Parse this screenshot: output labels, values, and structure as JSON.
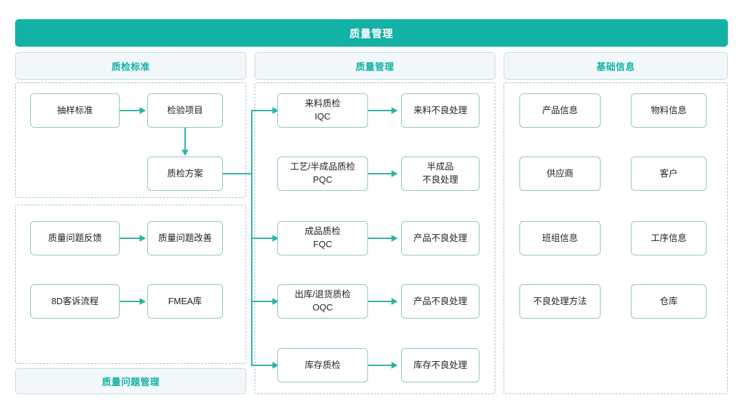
{
  "banner": {
    "title": "质量管理"
  },
  "columns": {
    "left": {
      "header": "质检标准",
      "footer": "质量问题管理",
      "standards": [
        {
          "label": "抽样标准"
        },
        {
          "label": "检验项目"
        },
        {
          "label": "质检方案"
        }
      ],
      "issues": [
        {
          "label": "质量问题反馈"
        },
        {
          "label": "质量问题改善"
        },
        {
          "label": "8D客诉流程"
        },
        {
          "label": "FMEA库"
        }
      ]
    },
    "middle": {
      "header": "质量管理",
      "rows": [
        {
          "check": "来料质检\nIQC",
          "check_line1": "来料质检",
          "check_line2": "IQC",
          "result": "来料不良处理",
          "result_line1": "来料不良处理",
          "result_line2": "",
          "has_inbound_arrow": true
        },
        {
          "check": "工艺/半成品质检\nPQC",
          "check_line1": "工艺/半成品质检",
          "check_line2": "PQC",
          "result": "半成品\n不良处理",
          "result_line1": "半成品",
          "result_line2": "不良处理",
          "has_inbound_arrow": false
        },
        {
          "check": "成品质检\nFQC",
          "check_line1": "成品质检",
          "check_line2": "FQC",
          "result": "产品不良处理",
          "result_line1": "产品不良处理",
          "result_line2": "",
          "has_inbound_arrow": true
        },
        {
          "check": "出库/退货质检\nOQC",
          "check_line1": "出库/退货质检",
          "check_line2": "OQC",
          "result": "产品不良处理",
          "result_line1": "产品不良处理",
          "result_line2": "",
          "has_inbound_arrow": true
        },
        {
          "check": "库存质检",
          "check_line1": "库存质检",
          "check_line2": "",
          "result": "库存不良处理",
          "result_line1": "库存不良处理",
          "result_line2": "",
          "has_inbound_arrow": true
        }
      ]
    },
    "right": {
      "header": "基础信息",
      "items": [
        {
          "label": "产品信息"
        },
        {
          "label": "物料信息"
        },
        {
          "label": "供应商"
        },
        {
          "label": "客户"
        },
        {
          "label": "班组信息"
        },
        {
          "label": "工序信息"
        },
        {
          "label": "不良处理方法"
        },
        {
          "label": "仓库"
        }
      ]
    }
  },
  "colors": {
    "brand_teal": "#12b2a6",
    "connector": "#2bb3a3",
    "node_border": "#8ec6bf",
    "dashed_border": "#9fc3cc",
    "header_fill": "#f2f8fa",
    "page_bg": "#ffffff"
  }
}
